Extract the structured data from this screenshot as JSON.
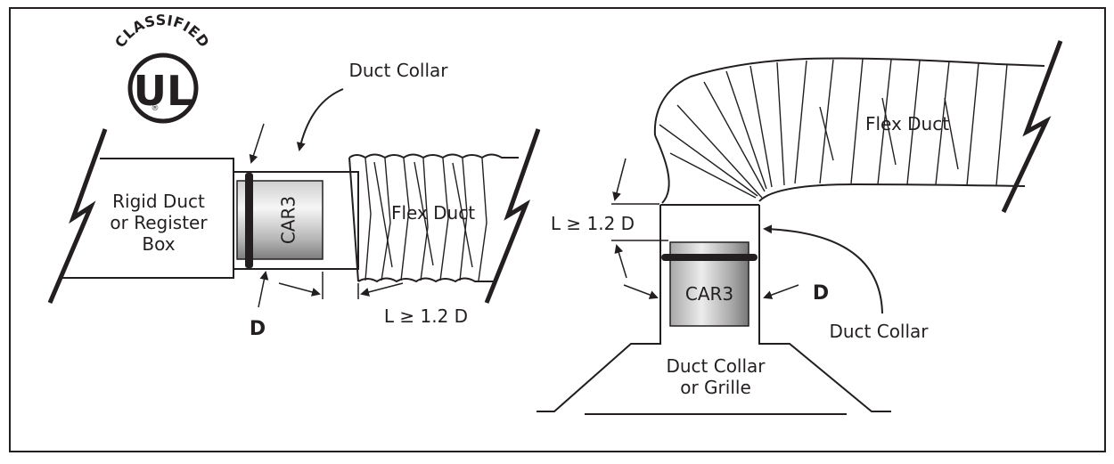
{
  "logo": {
    "arc_text": "CLASSIFIED",
    "mark": "UL",
    "registered": "®"
  },
  "left_diagram": {
    "rigid_duct_label": [
      "Rigid Duct",
      "or Register",
      "Box"
    ],
    "damper_label": "CAR3",
    "flex_duct_label": "Flex Duct",
    "duct_collar_label": "Duct Collar",
    "diameter_label": "D",
    "length_label": "L ≥ 1.2 D"
  },
  "right_diagram": {
    "flex_duct_label": "Flex Duct",
    "damper_label": "CAR3",
    "length_label": "L ≥ 1.2 D",
    "diameter_label": "D",
    "duct_collar_label": "Duct Collar",
    "grille_label": [
      "Duct Collar",
      "or Grille"
    ]
  },
  "colors": {
    "line": "#231f20",
    "damper_light": "#f2f2f2",
    "damper_dark": "#8c8c8c",
    "background": "#ffffff"
  }
}
